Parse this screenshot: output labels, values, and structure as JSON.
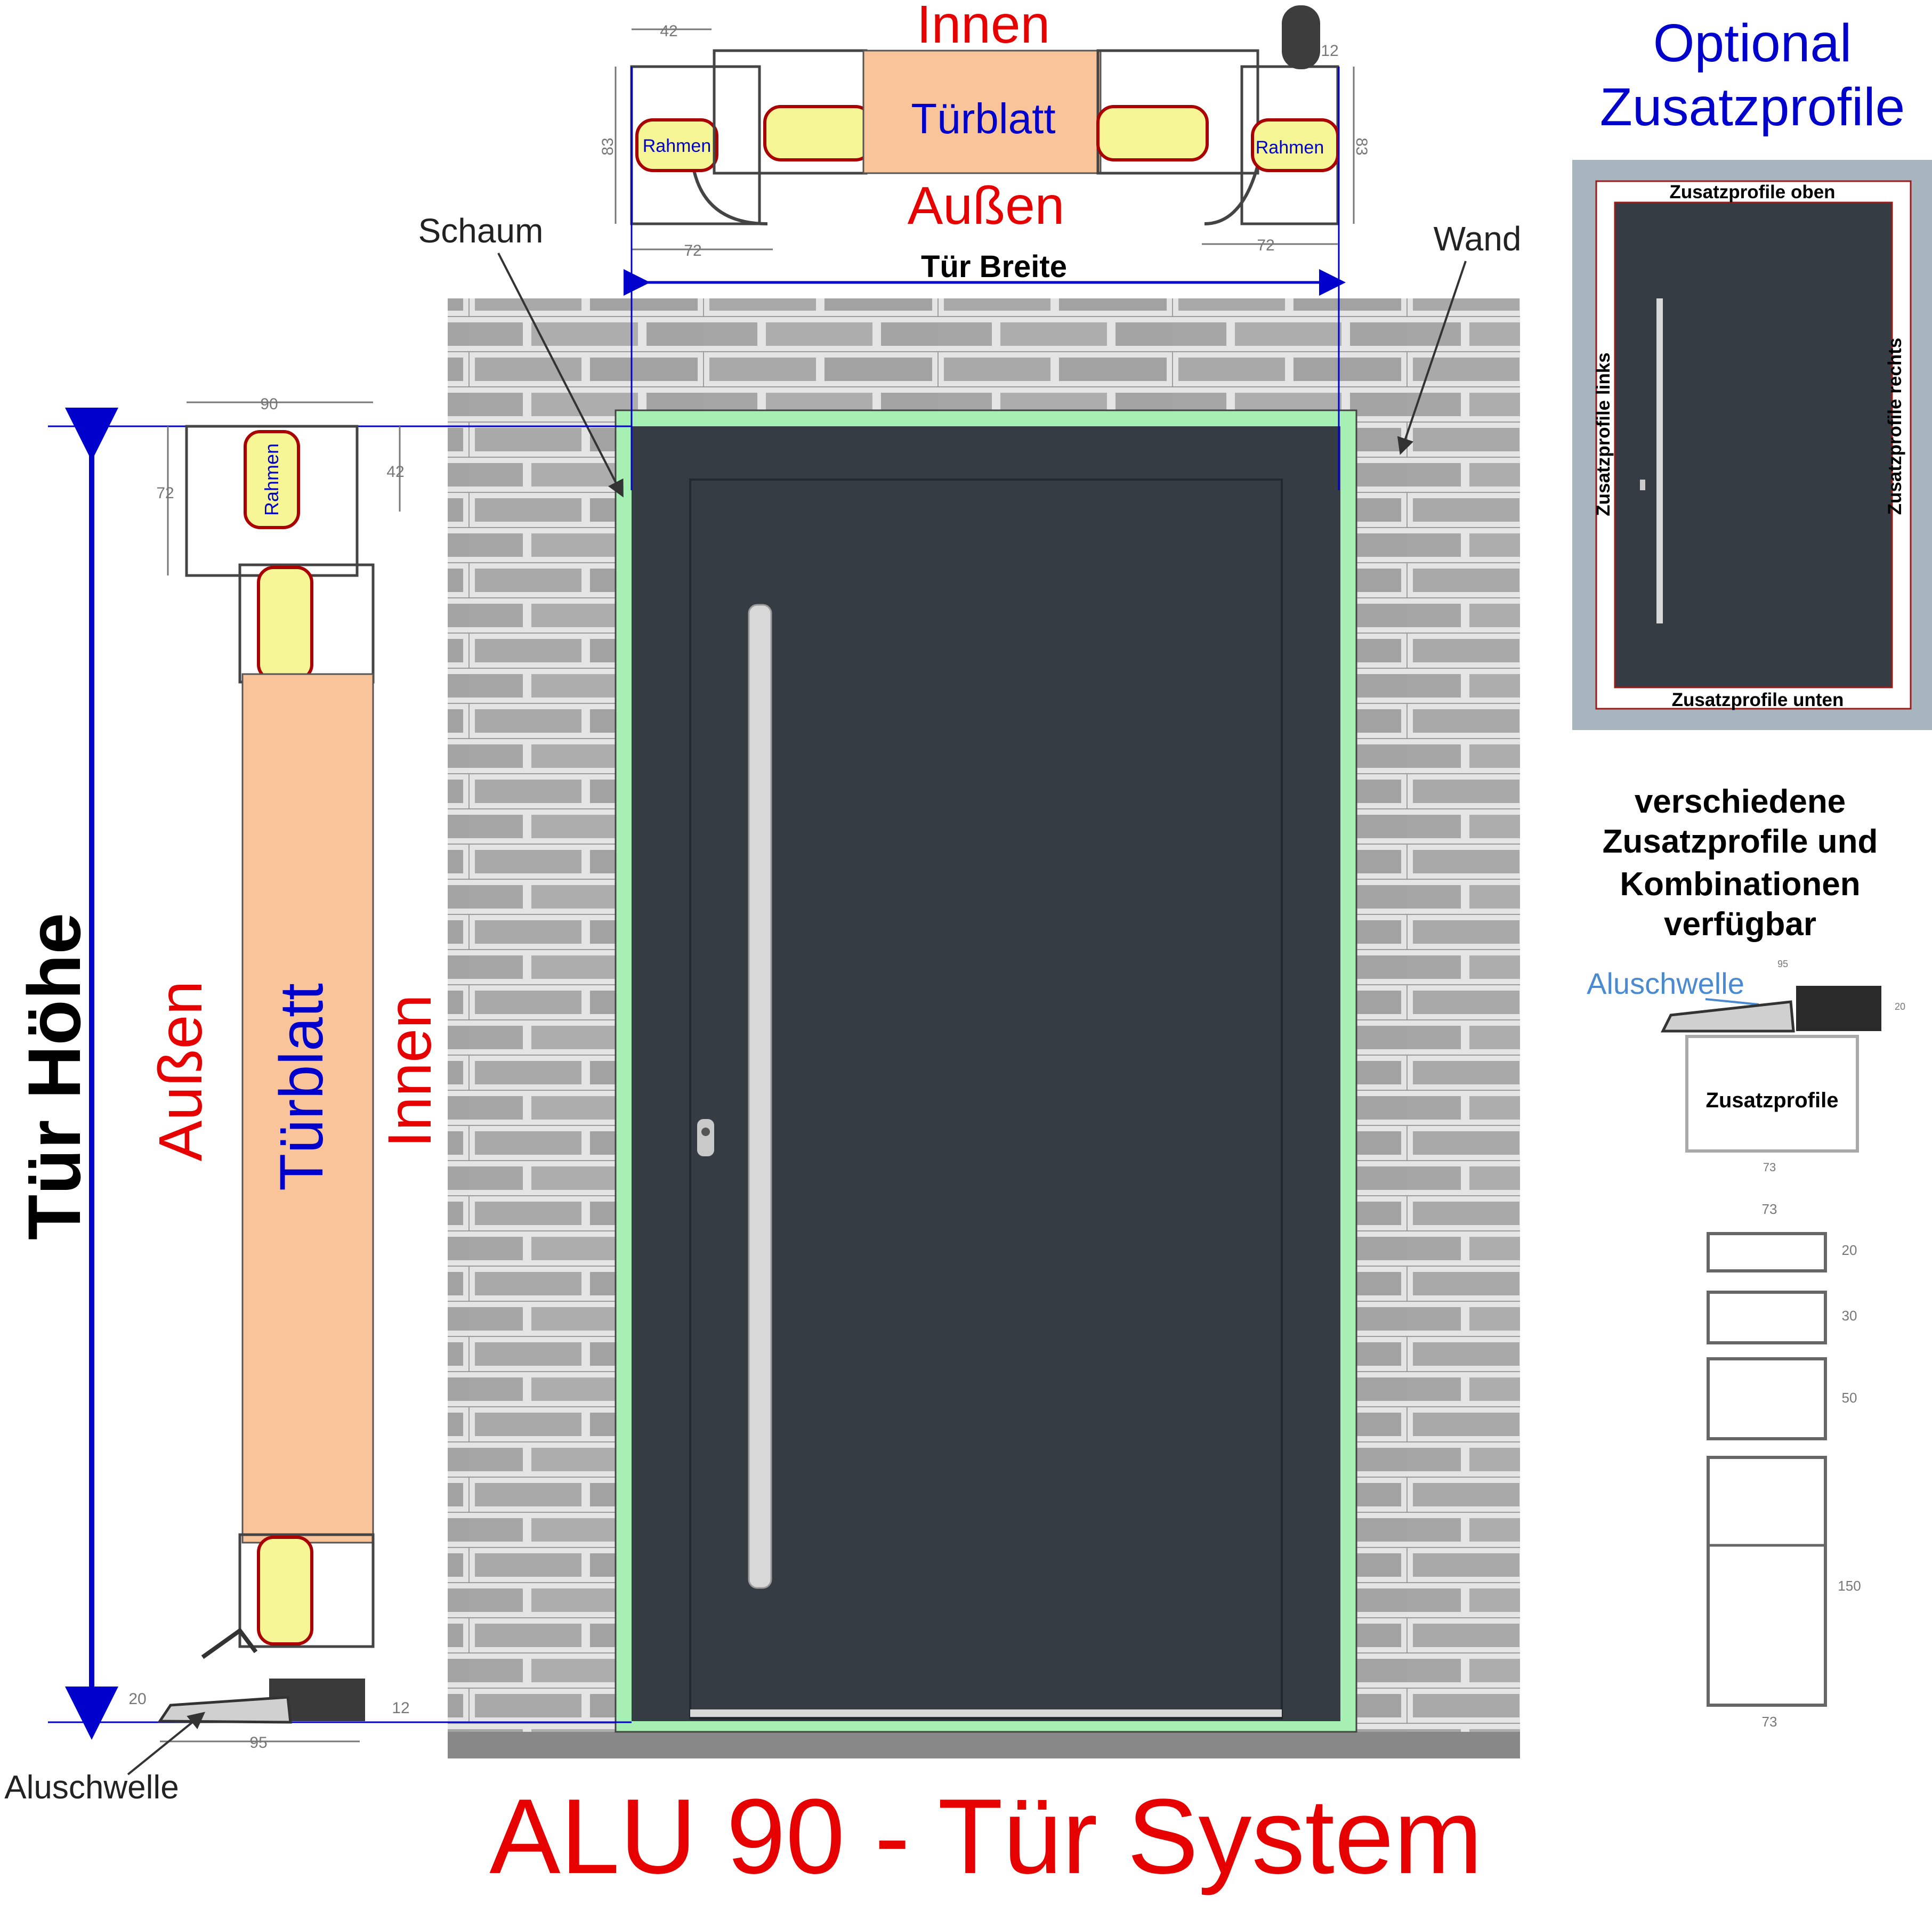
{
  "title": "ALU 90 - Tür System",
  "top_section": {
    "innen": "Innen",
    "aussen": "Außen",
    "tuerblatt": "Türblatt",
    "rahmen_left": "Rahmen",
    "rahmen_right": "Rahmen",
    "dim_42": "42",
    "dim_12": "12",
    "dim_83_left": "83",
    "dim_83_right": "83",
    "dim_72_left": "72",
    "dim_72_right": "72",
    "tuer_breite": "Tür Breite"
  },
  "labels": {
    "schaum": "Schaum",
    "wand": "Wand",
    "aluschwelle": "Aluschwelle"
  },
  "side_section": {
    "tuer_hoehe": "Tür Höhe",
    "aussen": "Außen",
    "tuerblatt": "Türblatt",
    "innen": "Innen",
    "rahmen": "Rahmen",
    "dim_90": "90",
    "dim_72": "72",
    "dim_42": "42",
    "dim_20": "20",
    "dim_12": "12",
    "dim_95": "95"
  },
  "optional": {
    "title_line1": "Optional",
    "title_line2": "Zusatzprofile",
    "oben": "Zusatzprofile oben",
    "unten": "Zusatzprofile unten",
    "links": "Zusatzprofile links",
    "rechts": "Zusatzprofile rechts",
    "desc_line1": "verschiedene",
    "desc_line2": "Zusatzprofile und",
    "desc_line3": "Kombinationen",
    "desc_line4": "verfügbar",
    "aluschwelle": "Aluschwelle",
    "zusatzprofile": "Zusatzprofile",
    "dim_95": "95",
    "dim_20": "20",
    "dim_73_a": "73",
    "dim_73_b": "73",
    "dim_73_c": "73",
    "stack_dims": [
      "20",
      "30",
      "50",
      "150"
    ]
  },
  "colors": {
    "red": "#e60000",
    "blue": "#0000cc",
    "door": "#353c44",
    "foam": "#a6f0b4",
    "leaf": "#fac49a",
    "insulation": "#f6f696",
    "wall": "#9a9a9a",
    "panel_bg": "#a7b5bf"
  }
}
